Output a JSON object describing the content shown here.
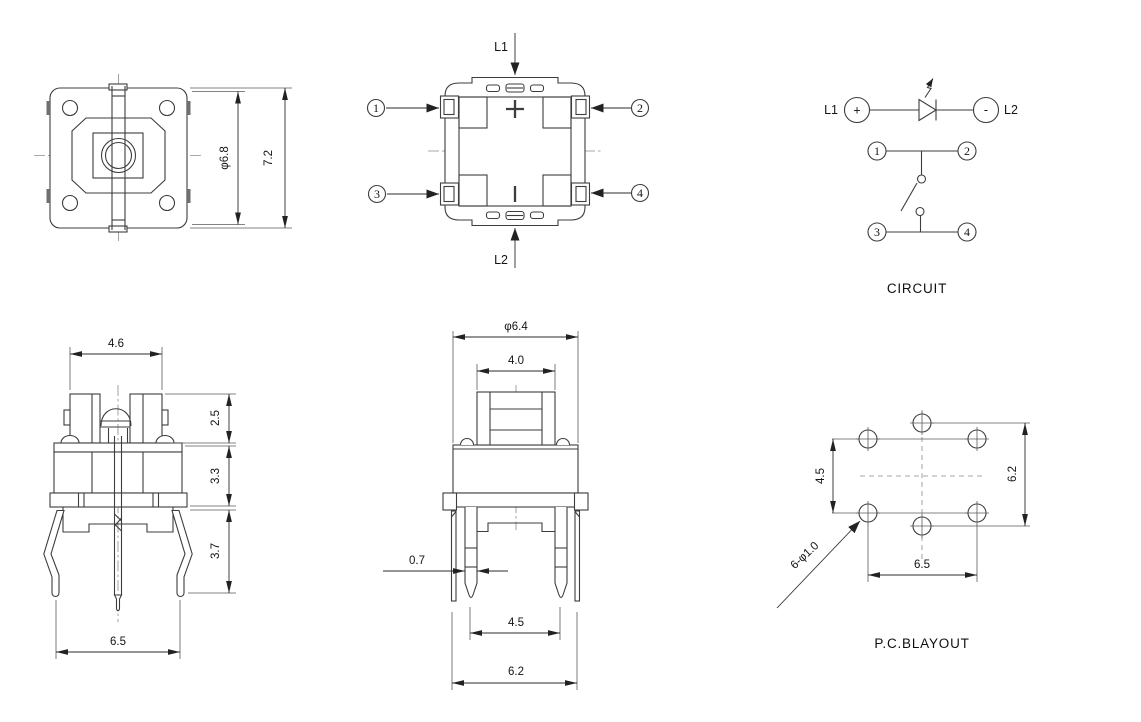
{
  "drawing": {
    "top_view": {
      "dim_diameter": "φ6.8",
      "dim_height": "7.2"
    },
    "terminal_view": {
      "lead_top": "L1",
      "lead_bottom": "L2",
      "pins": [
        "1",
        "2",
        "3",
        "4"
      ]
    },
    "circuit": {
      "title": "CIRCUIT",
      "lead_left": "L1",
      "lead_right": "L2",
      "polarity_positive": "+",
      "polarity_negative": "-",
      "pins": [
        "1",
        "2",
        "3",
        "4"
      ]
    },
    "front_view": {
      "dim_top_width": "4.6",
      "dim_cap_height": "2.5",
      "dim_body_height": "3.3",
      "dim_lead_length": "3.7",
      "dim_lead_span": "6.5"
    },
    "side_view": {
      "dim_diameter": "φ6.4",
      "dim_button_width": "4.0",
      "dim_pin_width": "0.7",
      "dim_pin_pitch": "4.5",
      "dim_base_width": "6.2"
    },
    "pcb_layout": {
      "title": "P.C.BLAYOUT",
      "dim_row_pitch": "4.5",
      "dim_lamp_pitch": "6.2",
      "dim_col_pitch": "6.5",
      "dim_hole_note": "6-φ1.0"
    }
  }
}
